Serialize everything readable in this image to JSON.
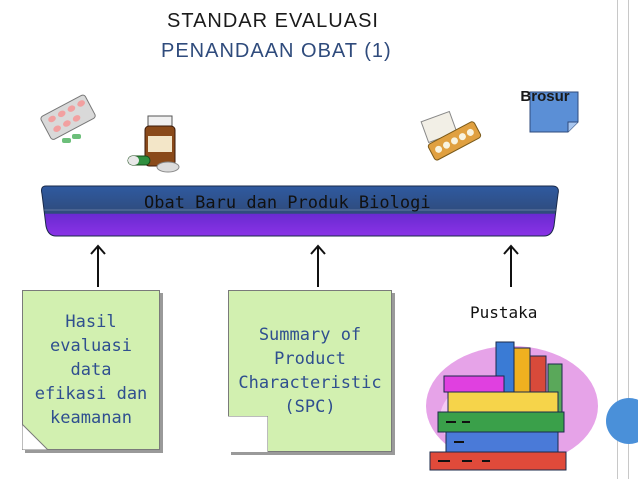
{
  "title_line1": "STANDAR EVALUASI",
  "title_line2": "PENANDAAN OBAT (1)",
  "brosur_label": "Brosur",
  "banner_label": "Obat Baru dan Produk Biologi",
  "boxes": [
    {
      "text": "Hasil\nevaluasi\ndata\nefikasi dan\nkeamanan"
    },
    {
      "text": "Summary of\nProduct\nCharacteristic\n(SPC)"
    }
  ],
  "pustaka_label": "Pustaka",
  "colors": {
    "note_fill": "#d2f0b0",
    "note_text": "#2f4f8f",
    "banner_top": "#2f4b7c",
    "banner_bottom": "#7b1fd1",
    "brosur_fill": "#5b8fd6"
  },
  "icons": [
    "pill-blister-icon",
    "medicine-bottle-icon",
    "pill-pack-icon",
    "brochure-icon",
    "book-stack-icon"
  ]
}
